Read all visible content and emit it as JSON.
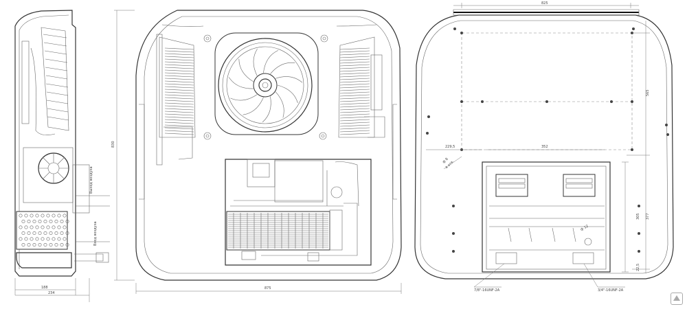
{
  "labels": {
    "air_out": "Выход воздуха",
    "air_in": "Вход воздуха",
    "pipe_left": "7/8\"-16UNF-2A",
    "pipe_right": "3/4\"-16UNF-2A",
    "hole": "ф 8",
    "hole_count": "4 отв.",
    "dia12": "ф 12"
  },
  "dimensions": {
    "side_width_1": "188",
    "side_width_2": "234",
    "front_height": "830",
    "front_width": "875",
    "back_top": "825",
    "back_offset": "229,5",
    "back_inner": "352",
    "back_v1": "565",
    "back_v2": "305",
    "back_v3": "377",
    "back_v4": "22,5"
  },
  "watermark": "logo"
}
